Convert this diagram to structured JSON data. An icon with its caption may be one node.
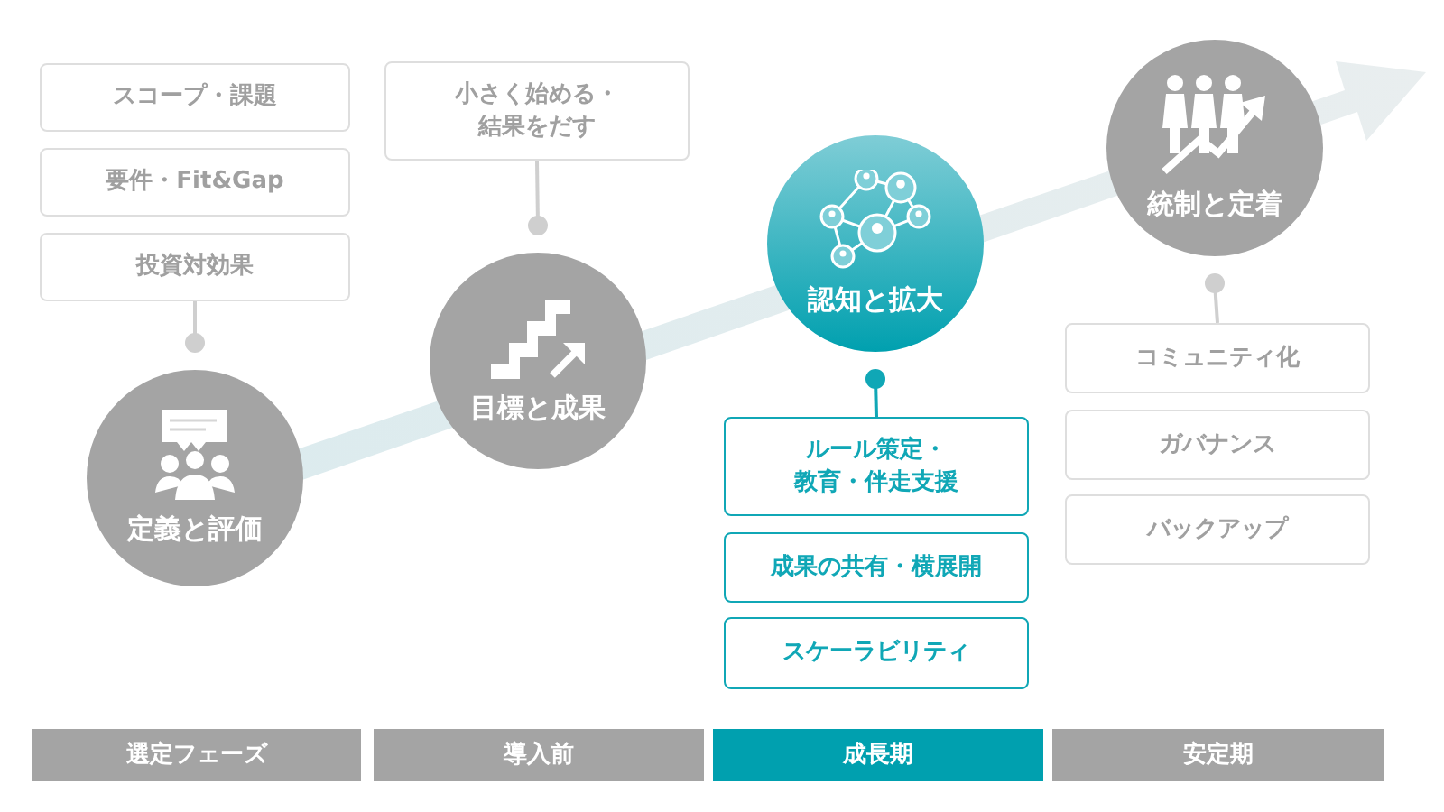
{
  "diagram": {
    "nodes": [
      {
        "text": [
          "スコープ・課題"
        ]
      },
      {
        "text": [
          "要件・Fit&Gap"
        ]
      },
      {
        "text": [
          "投資対効果"
        ]
      },
      {
        "text": [
          "定義と評価"
        ]
      },
      {
        "text": [
          "小さく始める・結果をだす"
        ]
      },
      {
        "text": [
          "目標と成果"
        ]
      },
      {
        "text": [
          "認知と拡大"
        ]
      },
      {
        "text": [
          "ルール策定・教育・伴走支援"
        ]
      },
      {
        "text": [
          "成果の共有・横展開"
        ]
      },
      {
        "text": [
          "スケーラビリティ"
        ]
      },
      {
        "text": [
          "統制と定着"
        ]
      },
      {
        "text": [
          "コミュニティ化"
        ]
      },
      {
        "text": [
          "ガバナンス"
        ]
      },
      {
        "text": [
          "バックアップ"
        ]
      },
      {
        "text": [
          "選定フェーズ"
        ]
      },
      {
        "text": [
          "導入前"
        ]
      },
      {
        "text": [
          "成長期"
        ]
      },
      {
        "text": [
          "安定期"
        ]
      }
    ],
    "edges": [
      {
        "from": 2,
        "to": 3,
        "arrow": "other"
      },
      {
        "from": 4,
        "to": 5,
        "arrow": "other"
      },
      {
        "from": 7,
        "to": 6,
        "arrow": "other",
        "color": "#10a7b6"
      },
      {
        "from": 11,
        "to": 10,
        "arrow": "other"
      }
    ]
  }
}
